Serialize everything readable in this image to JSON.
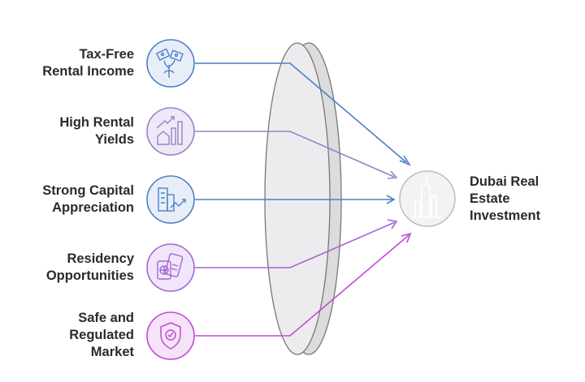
{
  "colors": {
    "blue": "#4f7fc4",
    "purple": "#9a80c8",
    "violet": "#a565d6",
    "magenta": "#c34ad6",
    "lens_fill": "#e9e9ea",
    "lens_stroke": "#777777"
  },
  "factors": [
    {
      "lines": [
        "Tax-Free",
        "Rental Income"
      ],
      "icon": "money-tree-icon",
      "color": "#4f7fc4",
      "fill": "#e7eef8"
    },
    {
      "lines": [
        "High Rental",
        "Yields"
      ],
      "icon": "house-rising-chart-icon",
      "color": "#9a80c8",
      "fill": "#efe9f7"
    },
    {
      "lines": [
        "Strong Capital",
        "Appreciation"
      ],
      "icon": "buildings-growth-icon",
      "color": "#4f7fc4",
      "fill": "#e7eef8"
    },
    {
      "lines": [
        "Residency",
        "Opportunities"
      ],
      "icon": "passport-ticket-icon",
      "color": "#a565d6",
      "fill": "#f1e6f9"
    },
    {
      "lines": [
        "Safe and",
        "Regulated",
        "Market"
      ],
      "icon": "shield-check-icon",
      "color": "#c34ad6",
      "fill": "#f5e3f7"
    }
  ],
  "target": {
    "lines": [
      "Dubai Real",
      "Estate",
      "Investment"
    ],
    "icon": "city-skyline-icon"
  }
}
